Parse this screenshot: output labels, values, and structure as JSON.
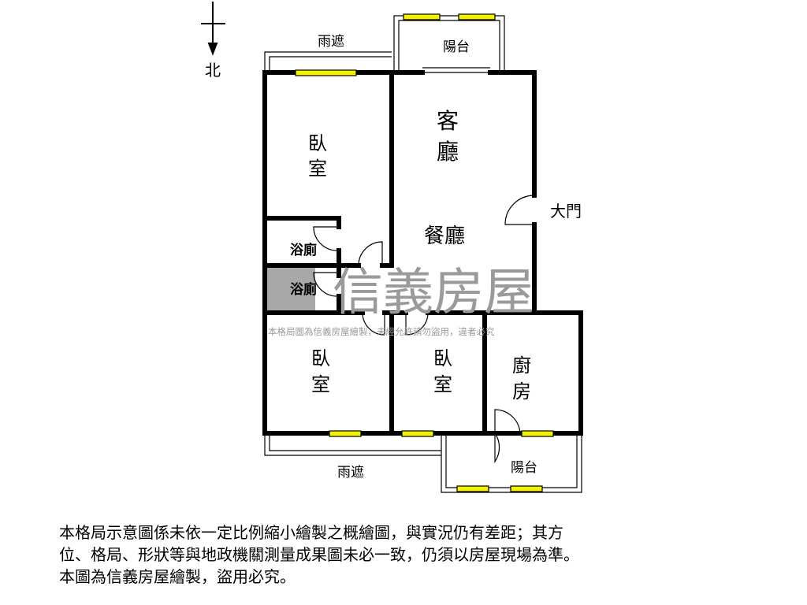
{
  "compass": {
    "north": "北"
  },
  "rooms": {
    "rain_cover_top": "雨遮",
    "balcony_top": "陽台",
    "living_1": "客",
    "living_2": "廳",
    "dining": "餐廳",
    "main_door": "大門",
    "bedroom1_1": "臥",
    "bedroom1_2": "室",
    "bath1": "浴廁",
    "bath2": "浴廁",
    "bedroom2_1": "臥",
    "bedroom2_2": "室",
    "bedroom3_1": "臥",
    "bedroom3_2": "室",
    "kitchen_1": "廚",
    "kitchen_2": "房",
    "rain_cover_bottom": "雨遮",
    "balcony_bottom": "陽台"
  },
  "watermark": {
    "brand": "信義房屋",
    "notice": "本格局圖為信義房屋繪製，未經允許請勿盜用，違者必究"
  },
  "disclaimer": [
    "本格局示意圖係未依一定比例縮小繪製之概繪圖，與實況仍有差距；其方",
    "位、格局、形狀等與地政機關測量成果圖未必一致，仍須以房屋現場為準。",
    "本圖為信義房屋繪製，盜用必究。"
  ],
  "colors": {
    "wall": "#000000",
    "window": "#f2f200",
    "watermark": "#9a9a9a"
  }
}
